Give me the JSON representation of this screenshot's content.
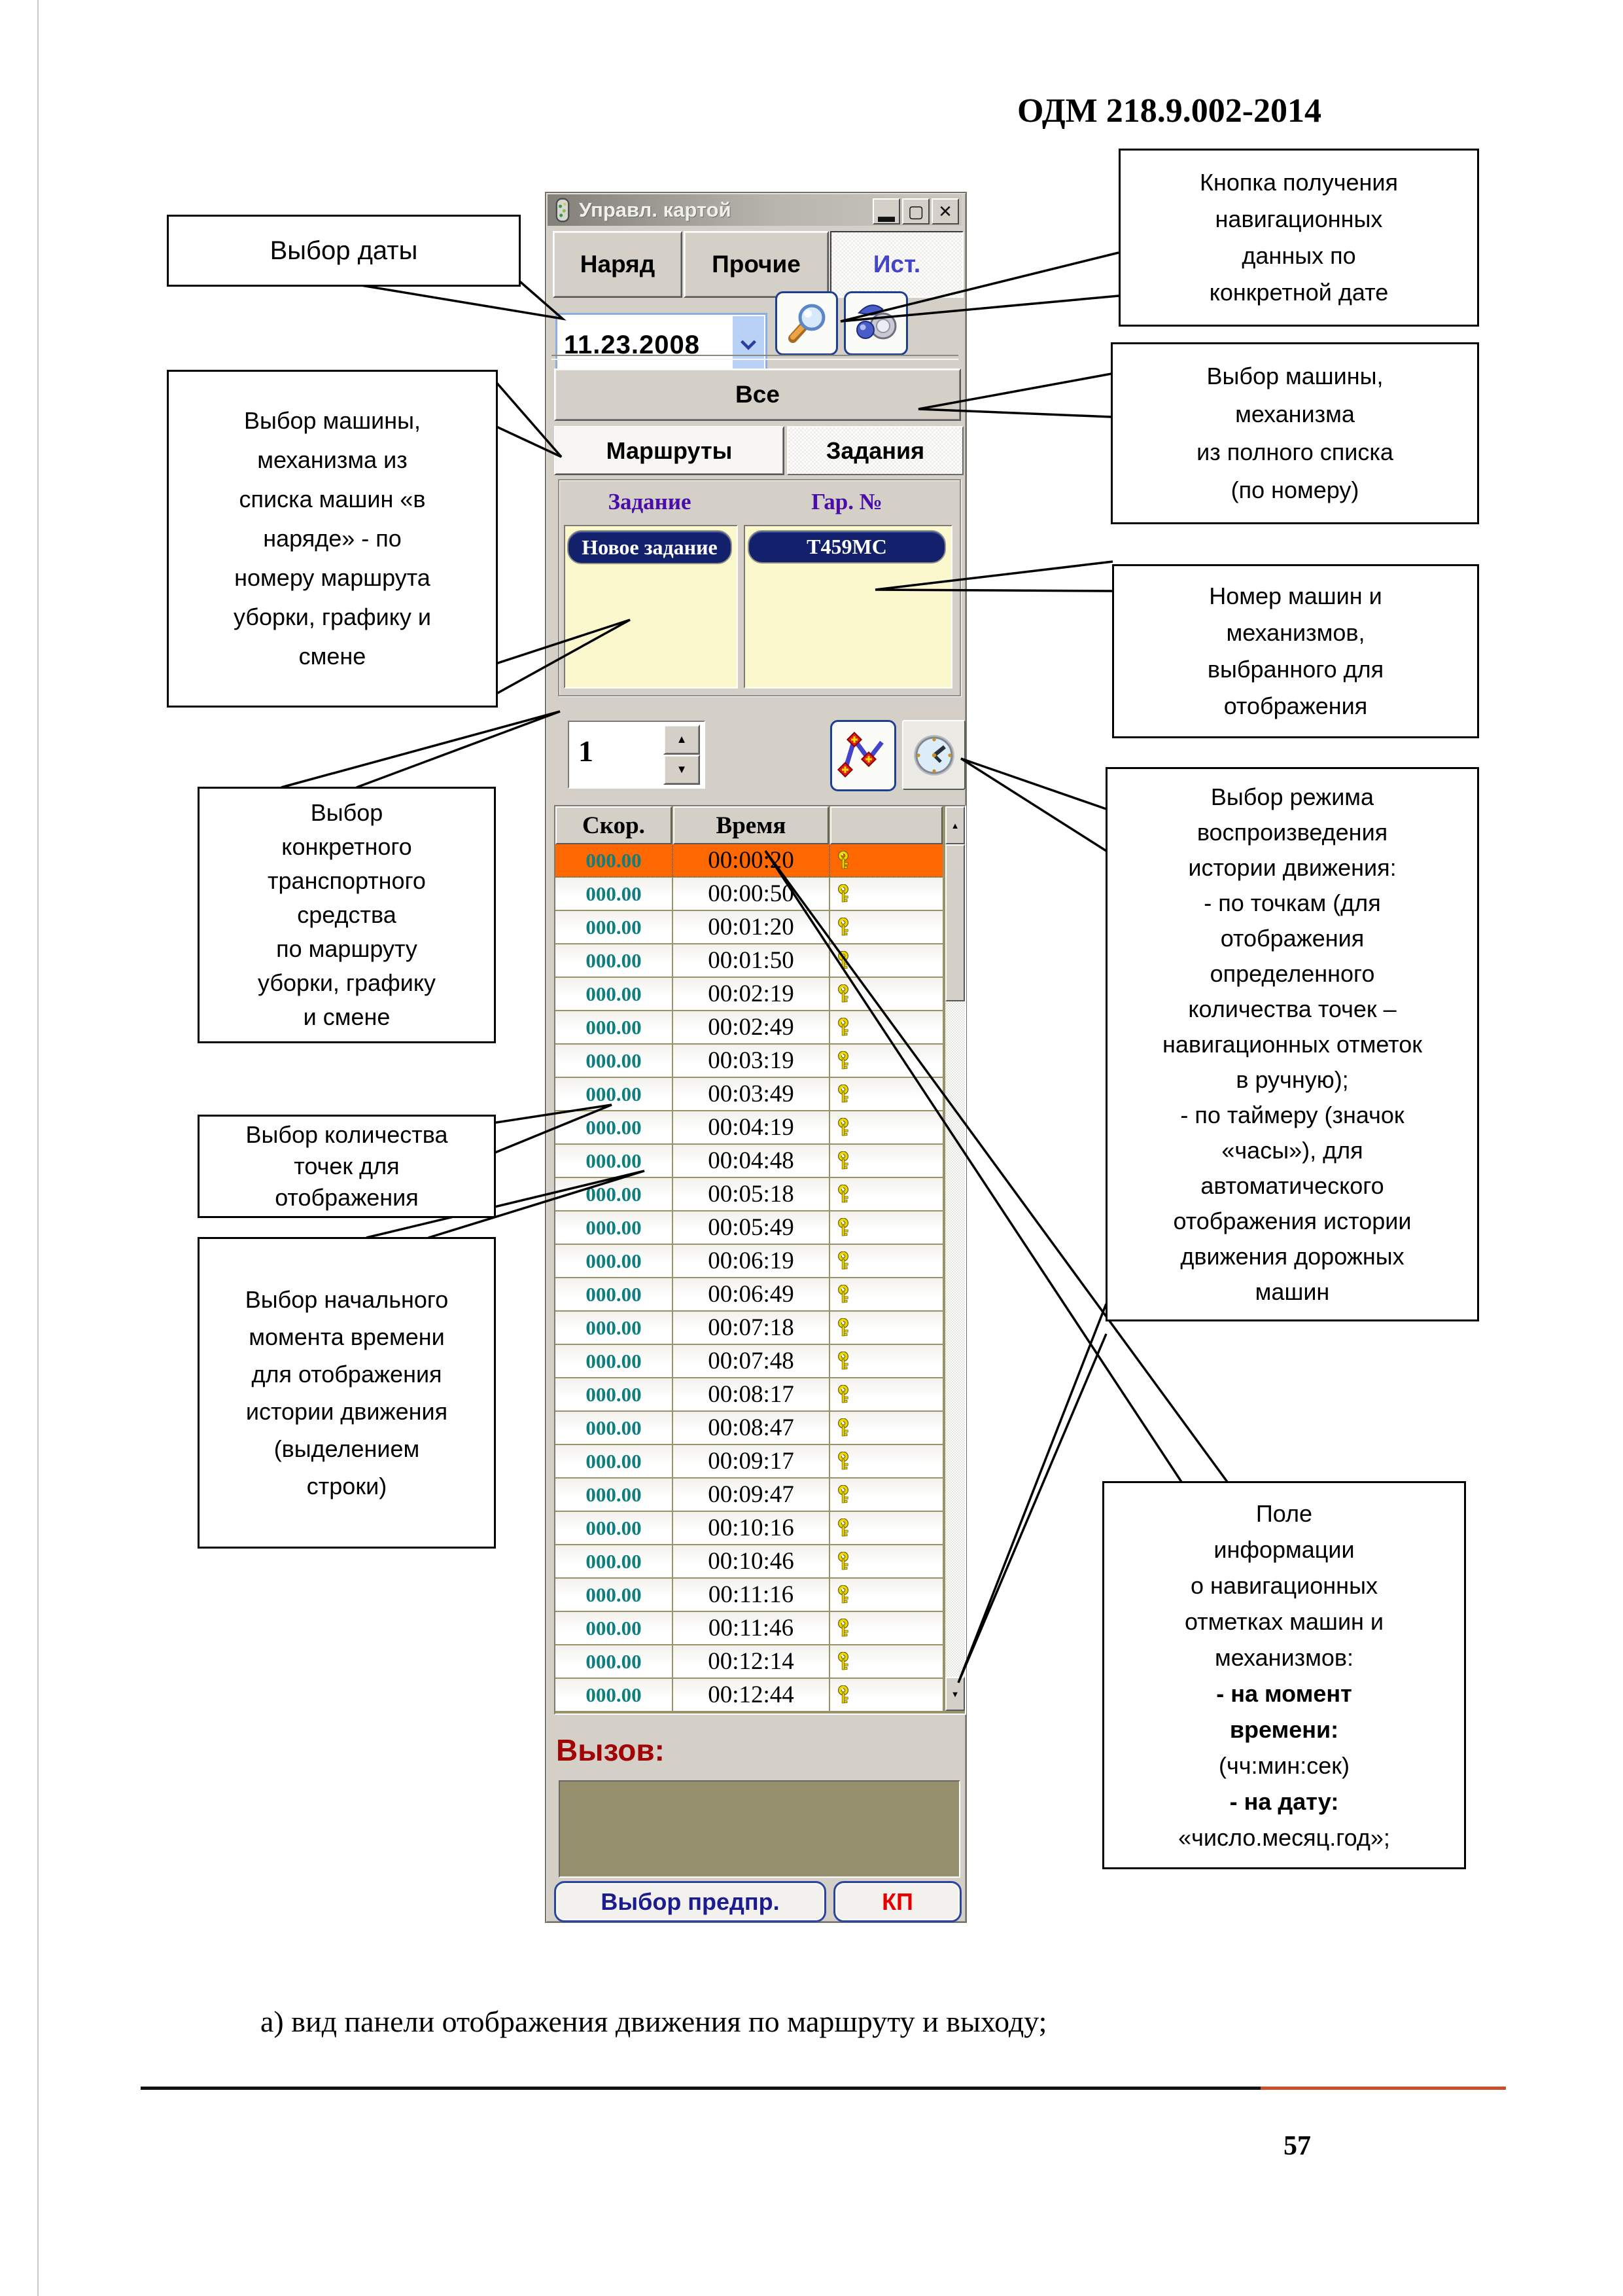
{
  "page": {
    "header_title": "ОДМ 218.9.002-2014",
    "caption": "а) вид панели отображения движения по маршруту и выходу;",
    "page_number": "57"
  },
  "colors": {
    "selected_row_bg": "#ff6700",
    "speed_text": "#0e7e7e",
    "selected_item_bg": "#13206b",
    "column_label_text": "#4a0da8",
    "history_tab_text": "#4444c6",
    "call_label_text": "#a00404",
    "enterprise_button_text": "#1c1c90",
    "kp_button_text": "#e80000",
    "window_chrome": "#d4d0c8",
    "list_bg": "#fbf8cd",
    "call_area_bg": "#96906e",
    "table_grid": "#99936a",
    "footer_accent": "#c8502a"
  },
  "window": {
    "title": "Управл. картой",
    "tabs": [
      {
        "label": "Наряд",
        "active": false
      },
      {
        "label": "Прочие",
        "active": false
      },
      {
        "label": "Ист.",
        "active": true
      }
    ],
    "date_value": "11.23.2008",
    "all_button_label": "Все",
    "subtabs": [
      {
        "label": "Маршруты",
        "active": true
      },
      {
        "label": "Задания",
        "active": false
      }
    ],
    "list_section": {
      "headers": [
        "Задание",
        "Гар. №"
      ],
      "task_list_selected": "Новое задание",
      "vehicle_list_selected": "Т459МС"
    },
    "points_spinner_value": "1",
    "history_table": {
      "columns": [
        "Скор.",
        "Время",
        ""
      ],
      "selected_row": 0,
      "rows": [
        {
          "speed": "000.00",
          "time": "00:00:20"
        },
        {
          "speed": "000.00",
          "time": "00:00:50"
        },
        {
          "speed": "000.00",
          "time": "00:01:20"
        },
        {
          "speed": "000.00",
          "time": "00:01:50"
        },
        {
          "speed": "000.00",
          "time": "00:02:19"
        },
        {
          "speed": "000.00",
          "time": "00:02:49"
        },
        {
          "speed": "000.00",
          "time": "00:03:19"
        },
        {
          "speed": "000.00",
          "time": "00:03:49"
        },
        {
          "speed": "000.00",
          "time": "00:04:19"
        },
        {
          "speed": "000.00",
          "time": "00:04:48"
        },
        {
          "speed": "000.00",
          "time": "00:05:18"
        },
        {
          "speed": "000.00",
          "time": "00:05:49"
        },
        {
          "speed": "000.00",
          "time": "00:06:19"
        },
        {
          "speed": "000.00",
          "time": "00:06:49"
        },
        {
          "speed": "000.00",
          "time": "00:07:18"
        },
        {
          "speed": "000.00",
          "time": "00:07:48"
        },
        {
          "speed": "000.00",
          "time": "00:08:17"
        },
        {
          "speed": "000.00",
          "time": "00:08:47"
        },
        {
          "speed": "000.00",
          "time": "00:09:17"
        },
        {
          "speed": "000.00",
          "time": "00:09:47"
        },
        {
          "speed": "000.00",
          "time": "00:10:16"
        },
        {
          "speed": "000.00",
          "time": "00:10:46"
        },
        {
          "speed": "000.00",
          "time": "00:11:16"
        },
        {
          "speed": "000.00",
          "time": "00:11:46"
        },
        {
          "speed": "000.00",
          "time": "00:12:14"
        },
        {
          "speed": "000.00",
          "time": "00:12:44"
        }
      ]
    },
    "call_label": "Вызов:",
    "call_value": "",
    "footer_buttons": {
      "enterprise": "Выбор предпр.",
      "kp": "КП"
    }
  },
  "callouts": {
    "date": {
      "lines": [
        "Выбор даты"
      ]
    },
    "machine_naryad": {
      "lines": [
        "Выбор машины,",
        "механизма из",
        "списка машин «в",
        "наряде» - по",
        "номеру маршрута",
        "уборки, графику и",
        "смене"
      ]
    },
    "vehicle": {
      "lines": [
        "Выбор",
        "конкретного",
        "транспортного",
        "средства",
        "по маршруту",
        "уборки, графику",
        "и смене"
      ]
    },
    "points": {
      "lines": [
        "Выбор количества",
        "точек для",
        "отображения"
      ]
    },
    "start_time": {
      "lines": [
        "Выбор начального",
        "момента времени",
        "для отображения",
        "истории движения",
        "(выделением",
        "строки)"
      ]
    },
    "nav_button": {
      "lines": [
        "Кнопка получения",
        "навигационных",
        "данных по",
        "конкретной дате"
      ]
    },
    "full_list": {
      "lines": [
        "Выбор машины,",
        "механизма",
        "из полного списка",
        "(по номеру)"
      ]
    },
    "number": {
      "lines": [
        "Номер машин и",
        "механизмов,",
        "выбранного для",
        "отображения"
      ]
    },
    "mode": {
      "lines": [
        "Выбор режима",
        "воспроизведения",
        "истории движения:",
        "- по точкам (для",
        "отображения",
        "определенного",
        "количества точек –",
        "навигационных отметок",
        "в ручную);",
        "- по таймеру (значок",
        "«часы»), для",
        "автоматического",
        "отображения истории",
        "движения дорожных",
        "машин"
      ]
    },
    "info_field": {
      "lines": [
        "Поле",
        "информации",
        "о навигационных",
        "отметках машин и",
        "механизмов:",
        {
          "t": "- на момент",
          "b": true
        },
        {
          "t": "времени:",
          "b": true
        },
        "(чч:мин:сек)",
        {
          "t": "- на дату:",
          "b": true
        },
        "«число.месяц.год»;"
      ]
    }
  }
}
